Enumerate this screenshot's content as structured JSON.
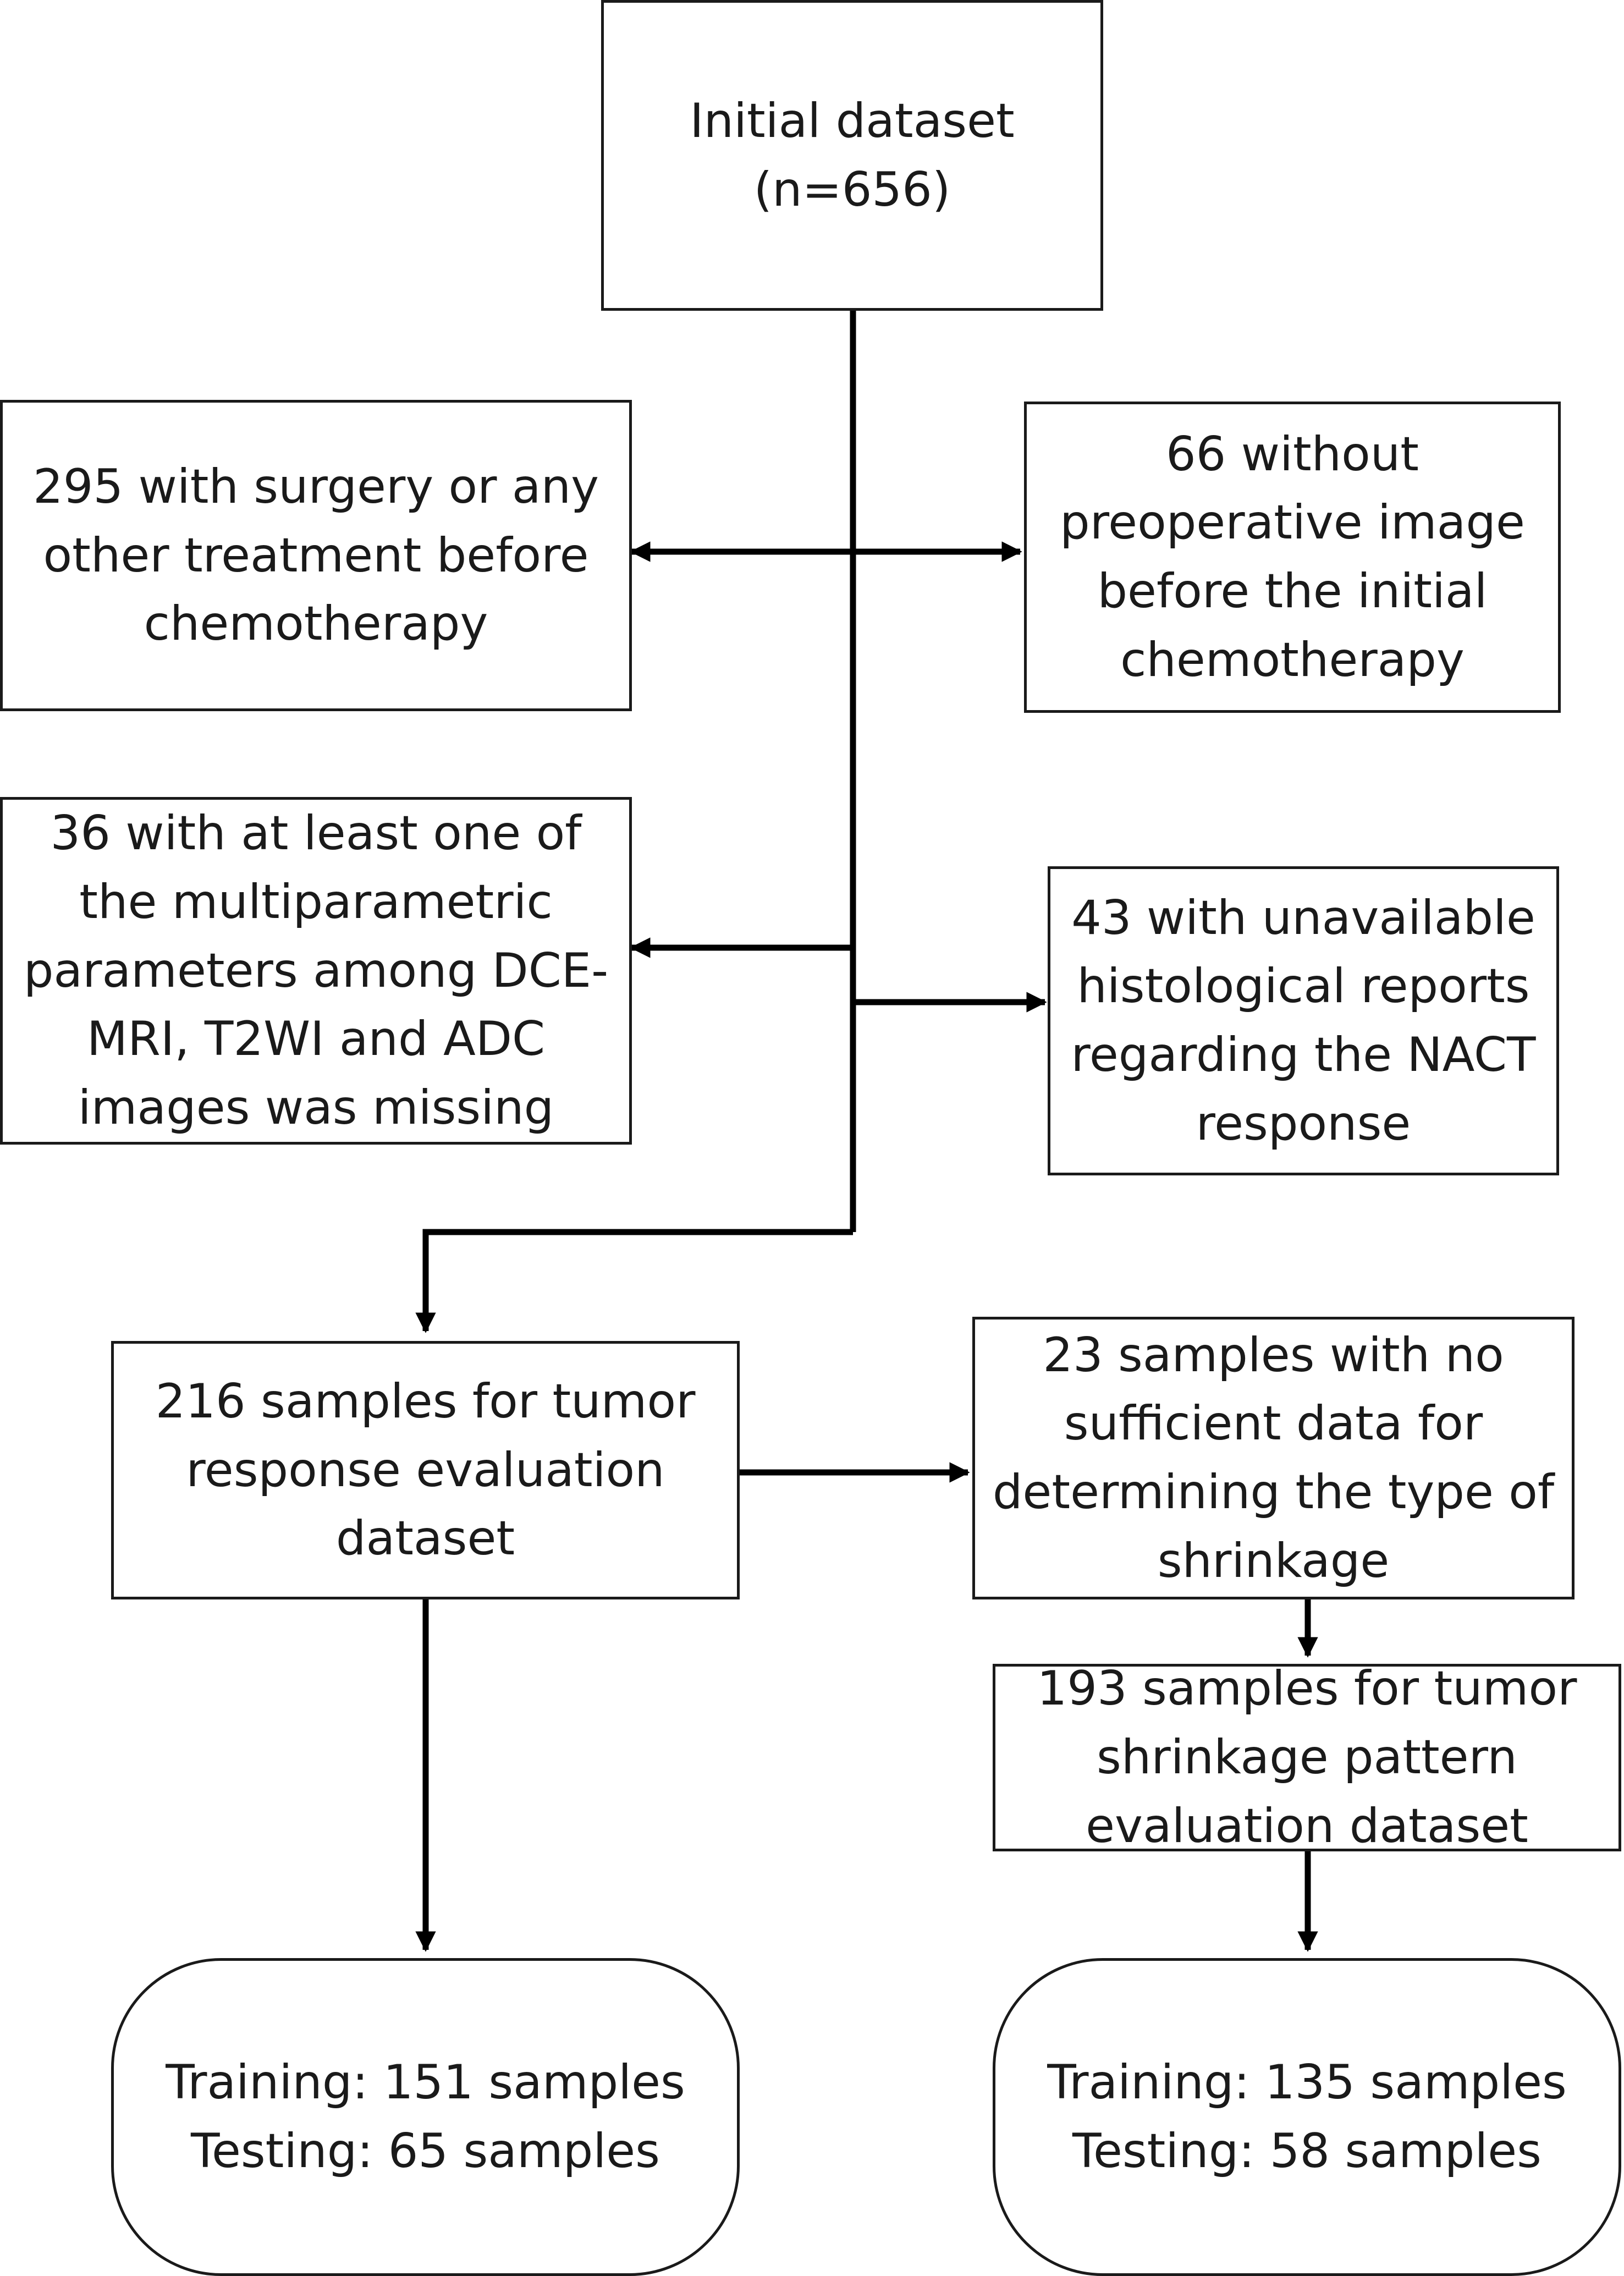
{
  "nodes": {
    "initial": {
      "text": "Initial dataset\n(n=656)"
    },
    "excl_surgery": {
      "text": "295 with surgery or any\nother treatment before\nchemotherapy"
    },
    "excl_no_image": {
      "text": "66 without\npreoperative image\nbefore the initial\nchemotherapy"
    },
    "excl_missing_params": {
      "text": "36 with at least one of\nthe multiparametric\nparameters among DCE-\nMRI, T2WI and ADC\nimages was missing"
    },
    "excl_no_histology": {
      "text": "43 with unavailable\nhistological reports\nregarding the NACT\nresponse"
    },
    "response_dataset": {
      "text": "216 samples for tumor\nresponse evaluation\ndataset"
    },
    "excl_shrinkage": {
      "text": "23 samples with no\nsufficient data for\ndetermining the type of\nshrinkage"
    },
    "shrinkage_dataset": {
      "text": "193 samples for tumor\nshrinkage pattern\nevaluation dataset"
    },
    "split_response": {
      "text": "Training: 151 samples\nTesting: 65 samples"
    },
    "split_shrinkage": {
      "text": "Training: 135 samples\nTesting: 58 samples"
    }
  },
  "colors": {
    "line": "#000000",
    "border": "#1a1a1a",
    "background": "#ffffff"
  }
}
